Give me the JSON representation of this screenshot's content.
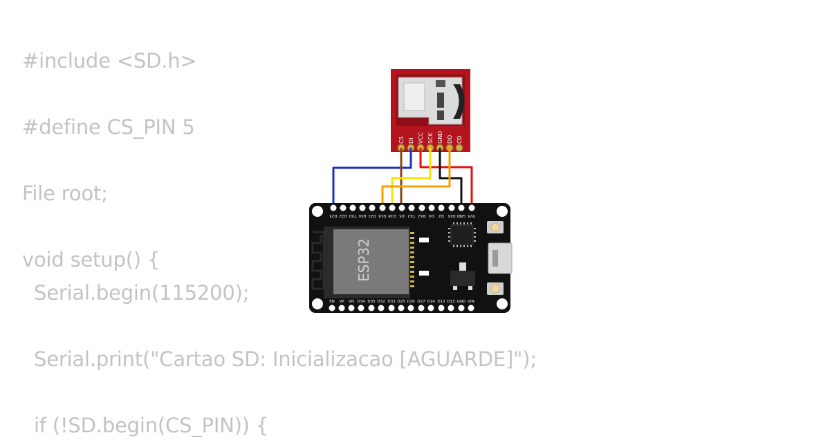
{
  "code_lines": [
    "#include <SD.h>",
    "#define CS_PIN 5",
    "File root;",
    "void setup() {",
    "Serial.begin(115200);",
    "Serial.print(\"Cartao SD: Inicializacao [AGUARDE]\");",
    "if (!SD.begin(CS_PIN)) {"
  ],
  "sd_module": {
    "pins": [
      "CS",
      "DI",
      "VCC",
      "SCK",
      "GND",
      "DO",
      "CD"
    ]
  },
  "esp32": {
    "chip_label": "ESP32",
    "top_pins": [
      "D23",
      "D22",
      "TX0",
      "RX0",
      "D21",
      "D19",
      "D18",
      "D5",
      "TX2",
      "RX2",
      "D4",
      "D2",
      "D15",
      "GND",
      "3V3"
    ],
    "bottom_pins": [
      "EN",
      "VP",
      "VN",
      "D34",
      "D35",
      "D32",
      "D33",
      "D25",
      "D26",
      "D27",
      "D14",
      "D12",
      "D13",
      "GND",
      "VIN"
    ]
  },
  "colors": {
    "code_text": "#c3c3c3",
    "sd_board": "#b5141e",
    "esp_board": "#111111",
    "chip": "#7a7a7a",
    "wire_blue": "#1a2fc4",
    "wire_brown": "#8b4513",
    "wire_red": "#e01010",
    "wire_yellow": "#f7e200",
    "wire_black": "#111111",
    "wire_orange": "#f0a000"
  }
}
